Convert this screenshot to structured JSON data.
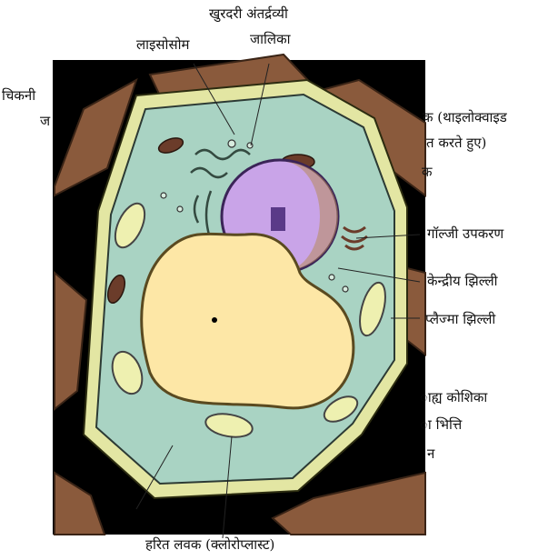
{
  "labels": {
    "rough_er_line1": "खुरदरी अंतर्द्रव्यी",
    "rough_er_line2": "जालिका",
    "lysosome": "लाइसोसोम",
    "smooth_er_line1": "चिकनी",
    "smooth_er_line2": "ज",
    "thylakoid_line1": "क (थाइलोक्वाइड",
    "thylakoid_line2": "त करते हुए)",
    "nucleus_partial": "क",
    "golgi": "गॉल्जी उपकरण",
    "nuclear_membrane": "केन्द्रीय झिल्ली",
    "plasma_membrane": "प्लैज्मा झिल्ली",
    "extracellular_line1": "ाह्य कोशिका",
    "cell_wall_partial": "ा भित्ति",
    "partial_n": "न",
    "chloroplast": "हरित लवक (क्लोरोप्लास्ट)"
  },
  "colors": {
    "background": "#000000",
    "cell_wall": "#e3e6a3",
    "cytoplasm": "#a9d3c3",
    "vacuole": "#fde7a6",
    "nucleus": "#c9a4e8",
    "neighbor_cell": "#8a5a3c",
    "chloroplast": "#eef0b0"
  }
}
